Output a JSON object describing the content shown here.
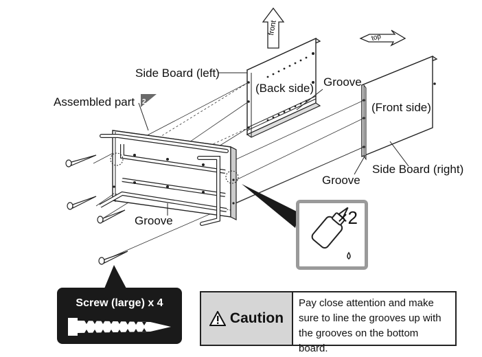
{
  "arrows": {
    "front": "front",
    "top": "top"
  },
  "labels": {
    "side_board_left": "Side Board (left)",
    "back_side": "(Back side)",
    "groove_top": "Groove",
    "front_side": "(Front side)",
    "assembled_part": "Assembled part",
    "step_badge": "2",
    "side_board_right": "Side Board (right)",
    "groove_right": "Groove",
    "groove_bottom": "Groove"
  },
  "callout": {
    "multiplier": "×2"
  },
  "screw_box": {
    "label": "Screw (large) x 4"
  },
  "caution": {
    "title": "Caution",
    "lines": [
      "Pay close attention and make",
      "sure to line the grooves up with",
      "the grooves on the bottom board."
    ]
  },
  "colors": {
    "callout_border": "#9a9a9a",
    "caution_fill": "#d6d6d6",
    "screw_box": "#1a1a1a"
  }
}
